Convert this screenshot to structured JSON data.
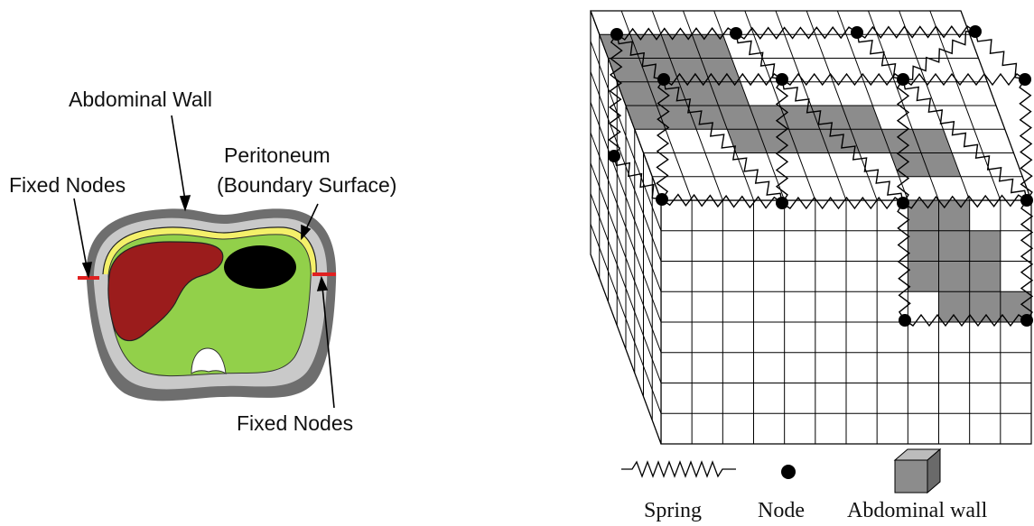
{
  "left_panel": {
    "labels": {
      "abdominal_wall": "Abdominal Wall",
      "peritoneum_line1": "Peritoneum",
      "peritoneum_line2": "(Boundary Surface)",
      "fixed_nodes_left": "Fixed Nodes",
      "fixed_nodes_right": "Fixed Nodes"
    },
    "colors": {
      "outer_wall": "#6e6e6e",
      "inner_wall": "#c9c9c9",
      "peritoneum": "#f4f06a",
      "cavity": "#92d04a",
      "liver": "#9b1c1c",
      "stomach": "#000000",
      "spine": "#ffffff",
      "fixed_nodes": "#e02020"
    }
  },
  "right_panel": {
    "legend": {
      "spring": "Spring",
      "node": "Node",
      "abdominal_wall": "Abdominal wall"
    },
    "colors": {
      "wall_cells": "#8c8c8c",
      "grid_lines": "#000000",
      "node": "#000000"
    }
  }
}
